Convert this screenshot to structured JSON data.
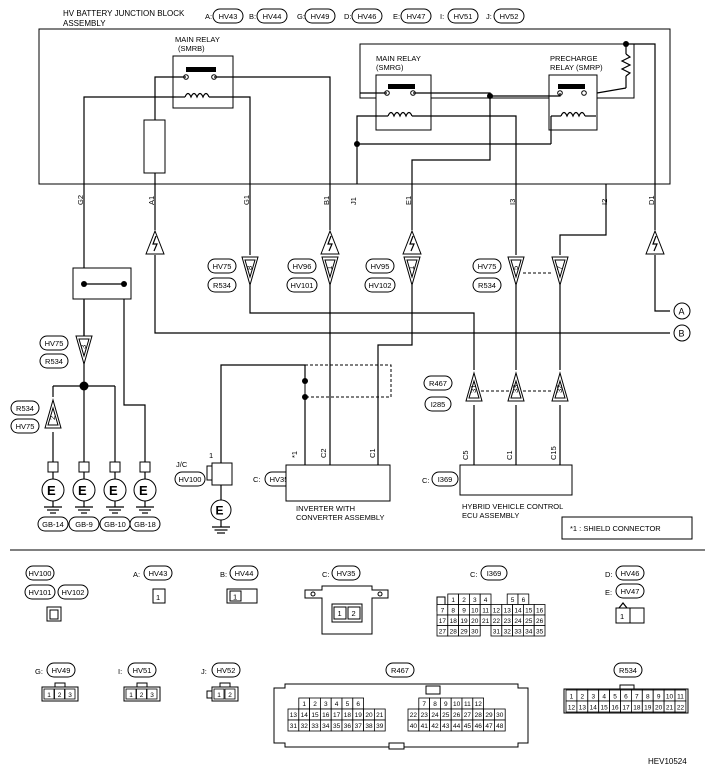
{
  "jb": {
    "title1": "HV BATTERY JUNCTION BLOCK",
    "title2": "ASSEMBLY",
    "connectors": [
      {
        "prefix": "A:",
        "code": "HV43"
      },
      {
        "prefix": "B:",
        "code": "HV44"
      },
      {
        "prefix": "G:",
        "code": "HV49"
      },
      {
        "prefix": "D:",
        "code": "HV46"
      },
      {
        "prefix": "E:",
        "code": "HV47"
      },
      {
        "prefix": "I:",
        "code": "HV51"
      },
      {
        "prefix": "J:",
        "code": "HV52"
      }
    ],
    "smrb1": "MAIN RELAY",
    "smrb2": "(SMRB)",
    "smrg1": "MAIN RELAY",
    "smrg2": "(SMRG)",
    "smrp1": "PRECHARGE",
    "smrp2": "RELAY (SMRP)",
    "pins": [
      "G2",
      "A1",
      "G1",
      "B1",
      "J1",
      "E1",
      "I3",
      "I2",
      "D1"
    ]
  },
  "wires": {
    "g2_plug": "3",
    "g1_plug": "8",
    "b1_plug": "1",
    "e1_plug": "1",
    "i3_plug": "5",
    "i2_plug": "7",
    "lower_plug": "2",
    "r467_plug1": "31",
    "r467_plug2": "33",
    "r467_plug3": "32",
    "hv75_a": "HV75",
    "r534_a": "R534",
    "hv96": "HV96",
    "hv101_a": "HV101",
    "hv95": "HV95",
    "hv102_a": "HV102",
    "hv75_b": "HV75",
    "r534_b": "R534",
    "hv75_c": "HV75",
    "r534_c": "R534",
    "r534_d": "R534",
    "hv75_d": "HV75",
    "r467": "R467",
    "i285": "I285",
    "ref_a": "A",
    "ref_b": "B"
  },
  "grounds": {
    "symbol": "E",
    "labels": [
      "GB-14",
      "GB-9",
      "GB-10",
      "GB-18"
    ]
  },
  "jc": {
    "label": "J/C",
    "code": "HV100",
    "pin": "1"
  },
  "inverter": {
    "prefix": "C:",
    "code": "HV35",
    "pins": [
      "*1",
      "C2",
      "C1"
    ],
    "name1": "INVERTER WITH",
    "name2": "CONVERTER ASSEMBLY"
  },
  "ecu": {
    "prefix": "C:",
    "code": "I369",
    "pins": [
      "C5",
      "C1",
      "C15"
    ],
    "name1": "HYBRID VEHICLE CONTROL",
    "name2": "ECU ASSEMBLY"
  },
  "note": "*1 : SHIELD CONNECTOR",
  "legend": {
    "hv100": "HV100",
    "hv101": "HV101",
    "hv102": "HV102",
    "a_prefix": "A:",
    "a_code": "HV43",
    "a_pin": "1",
    "b_prefix": "B:",
    "b_code": "HV44",
    "b_pin": "1",
    "c_prefix": "C:",
    "c_code": "HV35",
    "c_pins": [
      "1",
      "2"
    ],
    "c2_prefix": "C:",
    "c2_code": "I369",
    "i369_rows": [
      [
        "1",
        "2",
        "3",
        "4",
        "",
        "5",
        "6"
      ],
      [
        "7",
        "8",
        "9",
        "10",
        "11",
        "12",
        "13",
        "14",
        "15",
        "16"
      ],
      [
        "17",
        "18",
        "19",
        "20",
        "21",
        "22",
        "23",
        "24",
        "25",
        "26"
      ],
      [
        "27",
        "28",
        "29",
        "30",
        "",
        "31",
        "32",
        "33",
        "34",
        "35"
      ]
    ],
    "d_prefix": "D:",
    "d_code": "HV46",
    "e_prefix": "E:",
    "e_code": "HV47",
    "de_pin": "1",
    "g_prefix": "G:",
    "g_code": "HV49",
    "g_pins": [
      "1",
      "2",
      "3"
    ],
    "i_prefix": "I:",
    "i_code": "HV51",
    "i_pins": [
      "1",
      "2",
      "3"
    ],
    "j_prefix": "J:",
    "j_code": "HV52",
    "j_pins": [
      "1",
      "2"
    ],
    "r467_code": "R467",
    "r467_left": [
      [
        "1",
        "2",
        "3",
        "4",
        "5",
        "6"
      ],
      [
        "13",
        "14",
        "15",
        "16",
        "17",
        "18",
        "19",
        "20",
        "21"
      ],
      [
        "31",
        "32",
        "33",
        "34",
        "35",
        "36",
        "37",
        "38",
        "39"
      ]
    ],
    "r467_right": [
      [
        "7",
        "8",
        "9",
        "10",
        "11",
        "12"
      ],
      [
        "22",
        "23",
        "24",
        "25",
        "26",
        "27",
        "28",
        "29",
        "30"
      ],
      [
        "40",
        "41",
        "42",
        "43",
        "44",
        "45",
        "46",
        "47",
        "48"
      ]
    ],
    "r534_code": "R534",
    "r534_rows": [
      [
        "1",
        "2",
        "3",
        "4",
        "5",
        "6",
        "7",
        "8",
        "9",
        "10",
        "11"
      ],
      [
        "12",
        "13",
        "14",
        "15",
        "16",
        "17",
        "18",
        "19",
        "20",
        "21",
        "22"
      ]
    ]
  },
  "figure_id": "HEV10524"
}
